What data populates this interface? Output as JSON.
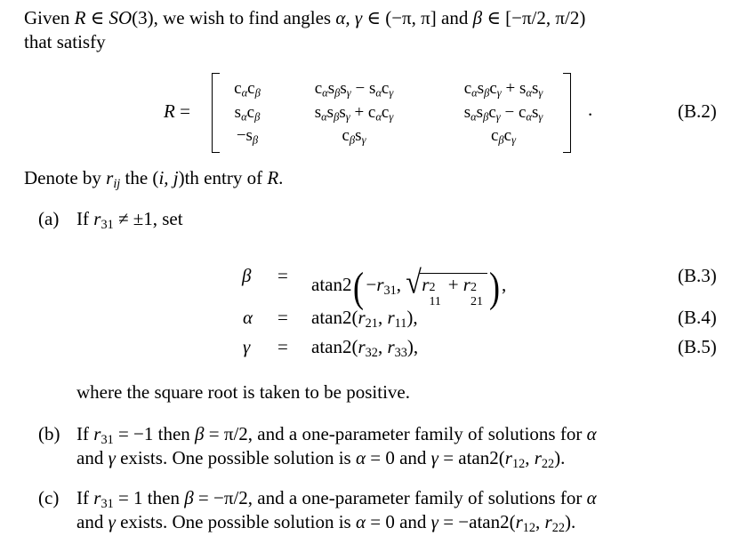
{
  "intro": {
    "line1_prefix": "Given ",
    "R": "R",
    "in1": " ∈ ",
    "SO": "SO",
    "SO_arg": "(3)",
    "line1_mid": ", we wish to find angles ",
    "alpha_gamma": "α, γ",
    "in2": " ∈ (−π, π]",
    "and": " and ",
    "beta": "β",
    "in3": " ∈ [−π/2, π/2)",
    "line2": "that satisfy"
  },
  "matrix_eq": {
    "lhs": "R",
    "equals": " =",
    "rows": [
      [
        {
          "parts": [
            [
              "c",
              "α"
            ],
            [
              "c",
              "β"
            ]
          ]
        },
        {
          "parts": [
            [
              "c",
              "α"
            ],
            [
              "s",
              "β"
            ],
            [
              "s",
              "γ"
            ],
            [
              " − ",
              ""
            ],
            [
              "s",
              "α"
            ],
            [
              "c",
              "γ"
            ]
          ]
        },
        {
          "parts": [
            [
              "c",
              "α"
            ],
            [
              "s",
              "β"
            ],
            [
              "c",
              "γ"
            ],
            [
              " + ",
              ""
            ],
            [
              "s",
              "α"
            ],
            [
              "s",
              "γ"
            ]
          ]
        }
      ],
      [
        {
          "parts": [
            [
              "s",
              "α"
            ],
            [
              "c",
              "β"
            ]
          ]
        },
        {
          "parts": [
            [
              "s",
              "α"
            ],
            [
              "s",
              "β"
            ],
            [
              "s",
              "γ"
            ],
            [
              " + ",
              ""
            ],
            [
              "c",
              "α"
            ],
            [
              "c",
              "γ"
            ]
          ]
        },
        {
          "parts": [
            [
              "s",
              "α"
            ],
            [
              "s",
              "β"
            ],
            [
              "c",
              "γ"
            ],
            [
              " − ",
              ""
            ],
            [
              "c",
              "α"
            ],
            [
              "s",
              "γ"
            ]
          ]
        }
      ],
      [
        {
          "parts": [
            [
              "−s",
              "β"
            ]
          ]
        },
        {
          "parts": [
            [
              "c",
              "β"
            ],
            [
              "s",
              "γ"
            ]
          ]
        },
        {
          "parts": [
            [
              "c",
              "β"
            ],
            [
              "c",
              "γ"
            ]
          ]
        }
      ]
    ],
    "trailing": ".",
    "number": "(B.2)"
  },
  "denote": {
    "prefix": "Denote by ",
    "r": "r",
    "r_sub": "ij",
    "mid": " the (",
    "ij": "i, j",
    "suffix": ")th entry of ",
    "R": "R",
    "end": "."
  },
  "case_a": {
    "label": "(a)",
    "text_if": "If ",
    "r": "r",
    "r_sub": "31",
    "cond": " ≠ ±1, set",
    "equations": [
      {
        "lhs": "β",
        "eq": "=",
        "func": "atan2",
        "arg1_sign": "−",
        "arg1": "r",
        "arg1_sub": "31",
        "sqrt_t1": "r",
        "sqrt_t1_sup": "2",
        "sqrt_t1_sub": "11",
        "plus": " + ",
        "sqrt_t2": "r",
        "sqrt_t2_sup": "2",
        "sqrt_t2_sub": "21",
        "tail": ",",
        "number": "(B.3)"
      },
      {
        "lhs": "α",
        "eq": "=",
        "func": "atan2(",
        "a1": "r",
        "a1_sub": "21",
        "sep": ", ",
        "a2": "r",
        "a2_sub": "11",
        "tail": "),",
        "number": "(B.4)"
      },
      {
        "lhs": "γ",
        "eq": "=",
        "func": "atan2(",
        "a1": "r",
        "a1_sub": "32",
        "sep": ", ",
        "a2": "r",
        "a2_sub": "33",
        "tail": "),",
        "number": "(B.5)"
      }
    ],
    "note": "where the square root is taken to be positive."
  },
  "case_b": {
    "label": "(b)",
    "l1_if": "If ",
    "r": "r",
    "r_sub": "31",
    "l1_cond": " = −1 then ",
    "beta": "β",
    "l1_val": " = π/2, and a one-parameter family of solutions for ",
    "alpha": "α",
    "l2_and": "and ",
    "gamma": "γ",
    "l2_mid": " exists. One possible solution is ",
    "alpha2": "α",
    "l2_zero": " = 0 and ",
    "gamma2": "γ",
    "l2_eq": " = atan2(",
    "a1": "r",
    "a1_sub": "12",
    "sep": ", ",
    "a2": "r",
    "a2_sub": "22",
    "end": ")."
  },
  "case_c": {
    "label": "(c)",
    "l1_if": "If ",
    "r": "r",
    "r_sub": "31",
    "l1_cond": " = 1 then ",
    "beta": "β",
    "l1_val": " = −π/2, and a one-parameter family of solutions for ",
    "alpha": "α",
    "l2_and": "and ",
    "gamma": "γ",
    "l2_mid": " exists. One possible solution is ",
    "alpha2": "α",
    "l2_zero": " = 0 and ",
    "gamma2": "γ",
    "l2_eq": " = −atan2(",
    "a1": "r",
    "a1_sub": "12",
    "sep": ", ",
    "a2": "r",
    "a2_sub": "22",
    "end": ")."
  }
}
